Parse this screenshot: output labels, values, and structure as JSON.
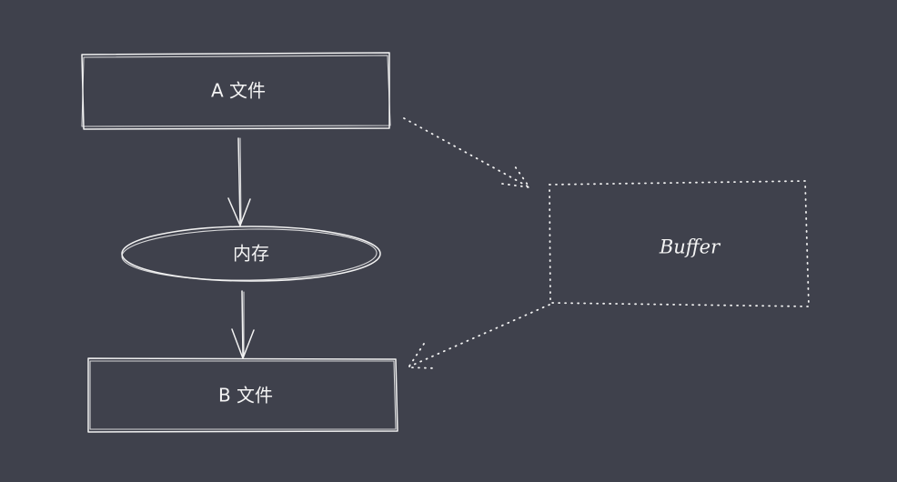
{
  "diagram": {
    "nodes": {
      "file_a": {
        "label": "A 文件"
      },
      "memory": {
        "label": "内存"
      },
      "file_b": {
        "label": "B 文件"
      },
      "buffer": {
        "label": "Buffer"
      }
    },
    "edges": [
      {
        "from": "file_a",
        "to": "memory",
        "style": "solid"
      },
      {
        "from": "memory",
        "to": "file_b",
        "style": "solid"
      },
      {
        "from": "file_a",
        "to": "buffer",
        "style": "dotted"
      },
      {
        "from": "buffer",
        "to": "file_b",
        "style": "dotted"
      }
    ]
  }
}
